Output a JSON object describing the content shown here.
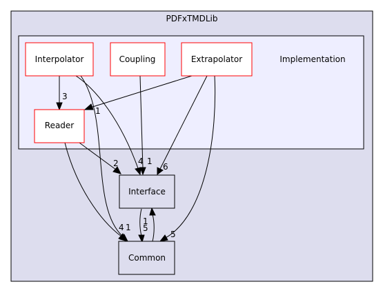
{
  "outer_title": "PDFxTMDLib",
  "inner_title": "Implementation",
  "nodes": {
    "interpolator": "Interpolator",
    "coupling": "Coupling",
    "extrapolator": "Extrapolator",
    "reader": "Reader",
    "interface": "Interface",
    "common": "Common"
  },
  "edge_labels": {
    "interp_reader": "3",
    "extrap_reader": "1",
    "reader_interface": "2",
    "interp_coupling_interface": "4",
    "extrap_interface_a": "1",
    "extrap_interface": "6",
    "interface_common": "5",
    "common_interface": "1",
    "to_common_a": "4",
    "to_common_b": "1",
    "extrap_common": "5"
  },
  "colors": {
    "outer_fill": "#ddddee",
    "inner_fill": "#eeeeff",
    "red_border": "#ff0000",
    "node_fill_gray": "#ddddee",
    "node_fill_white": "#ffffff",
    "edge": "#000000"
  }
}
